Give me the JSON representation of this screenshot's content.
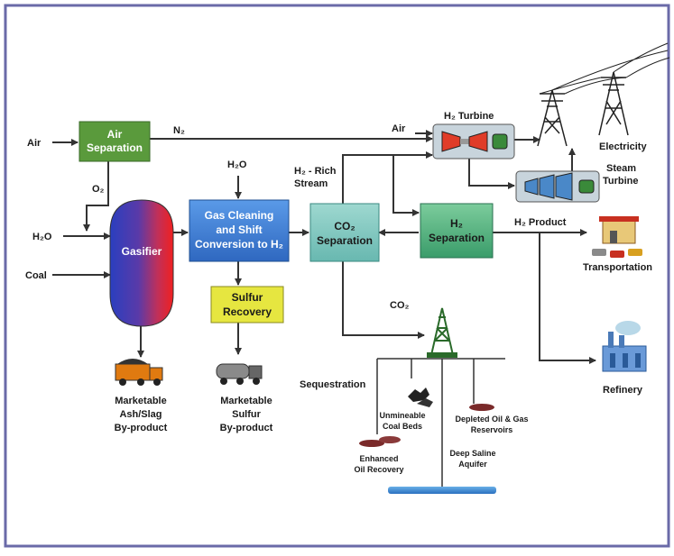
{
  "inputs": {
    "air": "Air",
    "h2o": "H₂O",
    "coal": "Coal"
  },
  "boxes": {
    "air_separation": [
      "Air",
      "Separation"
    ],
    "gasifier": "Gasifier",
    "gas_cleaning": [
      "Gas Cleaning",
      "and Shift",
      "Conversion to H₂"
    ],
    "sulfur_recovery": [
      "Sulfur",
      "Recovery"
    ],
    "co2_separation": [
      "CO₂",
      "Separation"
    ],
    "h2_separation": [
      "H₂",
      "Separation"
    ]
  },
  "streams": {
    "n2": "N₂",
    "o2": "O₂",
    "h2o_feed": "H₂O",
    "air_turbine": "Air",
    "h2_rich": [
      "H₂ - Rich",
      "Stream"
    ],
    "co2": "CO₂",
    "h2_product": "H₂ Product"
  },
  "equipment": {
    "h2_turbine": "H₂ Turbine",
    "steam_turbine": [
      "Steam",
      "Turbine"
    ]
  },
  "outputs": {
    "electricity": "Electricity",
    "transportation": "Transportation",
    "refinery": "Refinery",
    "ash": [
      "Marketable",
      "Ash/Slag",
      "By-product"
    ],
    "sulfur": [
      "Marketable",
      "Sulfur",
      "By-product"
    ]
  },
  "sequestration": {
    "title": "Sequestration",
    "unmineable": [
      "Unmineable",
      "Coal Beds"
    ],
    "depleted": [
      "Depleted Oil & Gas",
      "Reservoirs"
    ],
    "enhanced": [
      "Enhanced",
      "Oil Recovery"
    ],
    "saline": [
      "Deep Saline",
      "Aquifer"
    ]
  },
  "colors": {
    "air_separation": "#5a9a3c",
    "gas_cleaning": "#3f7fd0",
    "sulfur_recovery": "#e6e640",
    "co2_separation": "#7fc8c0",
    "h2_separation": "#4fb07f",
    "border": "#6a6aa8",
    "turbine_red": "#e03c28",
    "turbine_blue": "#4a88c8"
  }
}
